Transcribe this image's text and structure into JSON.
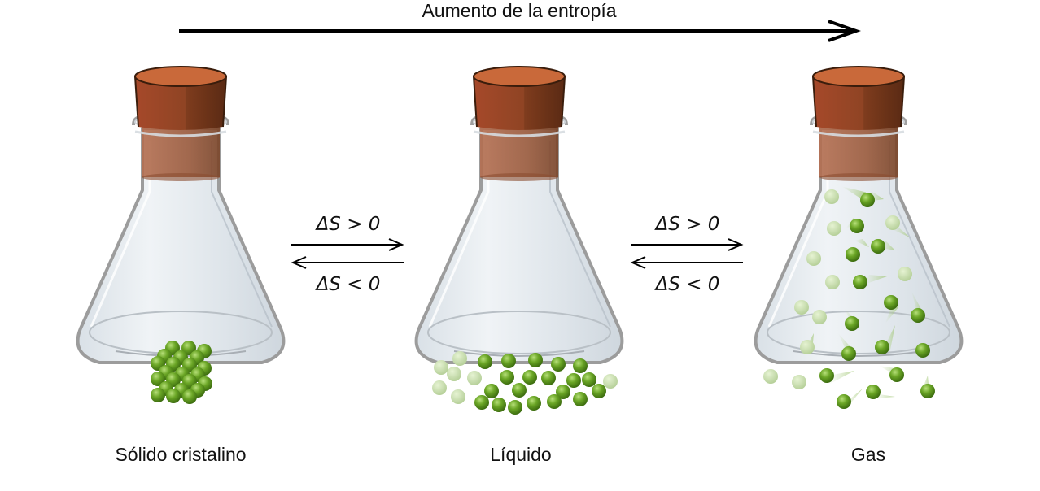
{
  "header": {
    "title": "Aumento de la entropía"
  },
  "flasks": [
    {
      "label": "Sólido cristalino"
    },
    {
      "label": "Líquido"
    },
    {
      "label": "Gas"
    }
  ],
  "transitions": [
    {
      "forward": "ΔS > 0",
      "reverse": "ΔS < 0"
    },
    {
      "forward": "ΔS > 0",
      "reverse": "ΔS < 0"
    }
  ],
  "colors": {
    "cork": "#b0532a",
    "cork_top": "#c9693a",
    "particle": "#5f9a1c",
    "glass_edge": "#9a9a9a",
    "glass_fill": "#dfe6ec"
  }
}
